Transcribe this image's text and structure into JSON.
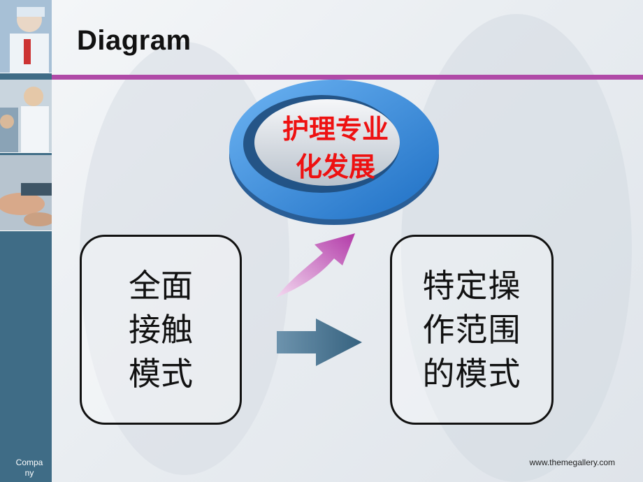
{
  "slide": {
    "title": "Diagram",
    "sidebar_company": "Compa\nny",
    "footer_url": "www.themegallery.com"
  },
  "diagram": {
    "goal": "护理专业\n化发展",
    "left_box": "全面\n接触\n模式",
    "right_box": "特定操\n作范围\n的模式"
  },
  "colors": {
    "accent_rule": "#b04aa7",
    "sidebar": "#3f6c86",
    "goal_text": "#ee1111",
    "ellipse_blue": "#2f86d8",
    "arrow_curved": "#c04ab8",
    "arrow_straight": "#3f6c86"
  },
  "icons": [
    "curved-up-arrow",
    "right-arrow"
  ]
}
